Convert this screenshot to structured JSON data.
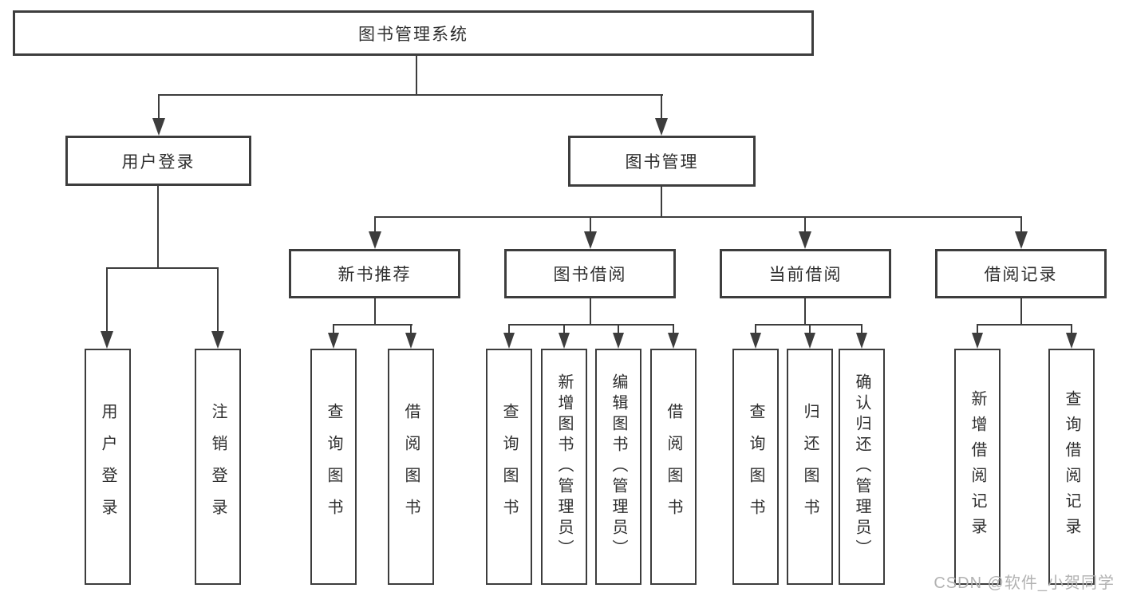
{
  "colors": {
    "line": "#3d3d3d",
    "text": "#2e2e2e",
    "background": "#ffffff",
    "watermark_color": "#b2b2b2"
  },
  "watermark": {
    "text": "CSDN @软件_小贺同学"
  },
  "tree": {
    "root": {
      "label": "图书管理系统"
    },
    "children": [
      {
        "label": "用户登录",
        "leaves": [
          {
            "label": "用户登录"
          },
          {
            "label": "注销登录"
          }
        ]
      },
      {
        "label": "图书管理",
        "children": [
          {
            "label": "新书推荐",
            "leaves": [
              {
                "label": "查询图书"
              },
              {
                "label": "借阅图书"
              }
            ]
          },
          {
            "label": "图书借阅",
            "leaves": [
              {
                "label": "查询图书"
              },
              {
                "label": "新增图书（管理员）"
              },
              {
                "label": "编辑图书（管理员）"
              },
              {
                "label": "借阅图书"
              }
            ]
          },
          {
            "label": "当前借阅",
            "leaves": [
              {
                "label": "查询图书"
              },
              {
                "label": "归还图书"
              },
              {
                "label": "确认归还（管理员）"
              }
            ]
          },
          {
            "label": "借阅记录",
            "leaves": [
              {
                "label": "新增借阅记录"
              },
              {
                "label": "查询借阅记录"
              }
            ]
          }
        ]
      }
    ]
  }
}
